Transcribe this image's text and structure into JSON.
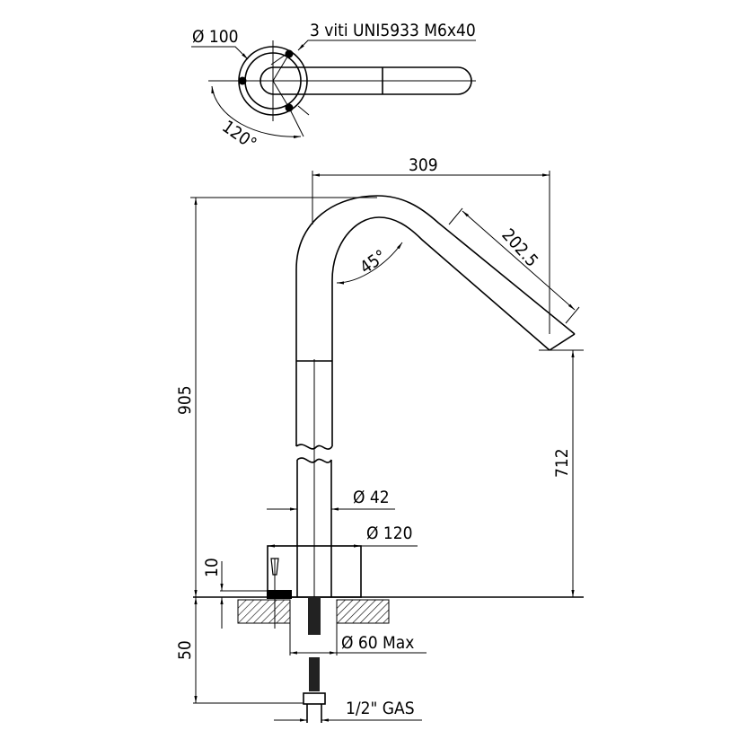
{
  "top_view": {
    "diameter_label": "Ø 100",
    "screws_label": "3 viti UNI5933 M6x40",
    "angle_label": "120°"
  },
  "front_view": {
    "width_label": "309",
    "height_label": "905",
    "spout_length_label": "202.5",
    "bend_angle_label": "45°",
    "spout_height_label": "712",
    "pipe_diameter_label": "Ø 42",
    "base_diameter_label": "Ø 120",
    "base_height_label": "10",
    "hole_diameter_label": "Ø 60 Max",
    "counter_thickness_label": "50",
    "connection_label": "1/2\"  GAS"
  }
}
